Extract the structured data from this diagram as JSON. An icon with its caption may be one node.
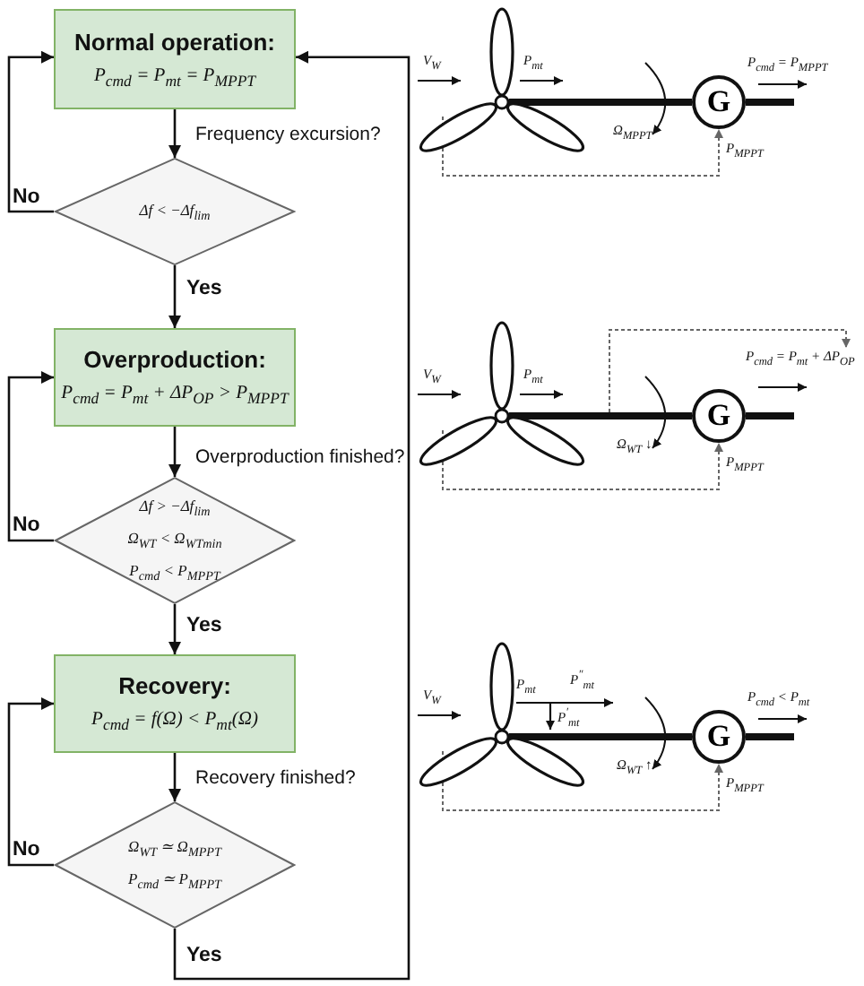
{
  "diagram": {
    "nodes": [
      {
        "text": [
          "Normal operation:",
          "P$_{cmd}$ = P$_{mt}$ = P$_{MPPT}$"
        ]
      },
      {
        "text": [
          "Δf < −Δf$_{lim}$"
        ]
      },
      {
        "text": [
          "Overproduction:",
          "P$_{cmd}$ = P$_{mt}$ + ΔP$_{OP}$ > P$_{MPPT}$"
        ]
      },
      {
        "text": [
          "Δf > −Δf$_{lim}$",
          "Ω$_{WT}$ < Ω$_{WT}$$_{min}$",
          "P$_{cmd}$ < P$_{MPPT}$"
        ]
      },
      {
        "text": [
          "Recovery:",
          "P$_{cmd}$ = f(Ω) < P$_{mt}$(Ω)"
        ]
      },
      {
        "text": [
          "Ω$_{WT}$ ≃ Ω$_{MPPT}$",
          "P$_{cmd}$ ≃ P$_{MPPT}$"
        ]
      },
      {
        "text": [],
        "shape": "rotor"
      },
      {
        "text": [
          "G"
        ]
      },
      {
        "text": [],
        "shape": "rotor"
      },
      {
        "text": [
          "G"
        ]
      },
      {
        "text": [
          "P$_{cmd}$ = P$_{mt}$ + ΔP$_{OP}$"
        ]
      },
      {
        "text": [],
        "shape": "rotor"
      },
      {
        "text": [
          "G"
        ]
      }
    ],
    "edges": [
      {
        "from": 0,
        "to": 1,
        "arrow": "to",
        "label": "Frequency excursion?"
      },
      {
        "from": 1,
        "to": 0,
        "arrow": "to",
        "label": "No"
      },
      {
        "from": 1,
        "to": 2,
        "arrow": "to",
        "label": "Yes"
      },
      {
        "from": 2,
        "to": 3,
        "arrow": "to",
        "label": "Overproduction finished?"
      },
      {
        "from": 3,
        "to": 2,
        "arrow": "to",
        "label": "No"
      },
      {
        "from": 3,
        "to": 4,
        "arrow": "to",
        "label": "Yes"
      },
      {
        "from": 4,
        "to": 5,
        "arrow": "to",
        "label": "Recovery finished?"
      },
      {
        "from": 5,
        "to": 4,
        "arrow": "to",
        "label": "No"
      },
      {
        "from": 5,
        "to": 0,
        "arrow": "to",
        "label": "Yes"
      },
      {
        "from": 6,
        "to": 7,
        "arrow": "none",
        "style": "thick"
      },
      {
        "from": 7,
        "to": null,
        "arrow": "none",
        "style": "thick"
      },
      {
        "from": 6,
        "to": 7,
        "arrow": "to",
        "style": "dashed",
        "label": "P$_{MPPT}$"
      },
      {
        "from": 8,
        "to": 9,
        "arrow": "none",
        "style": "thick"
      },
      {
        "from": 9,
        "to": null,
        "arrow": "none",
        "style": "thick"
      },
      {
        "from": 8,
        "to": 9,
        "arrow": "to",
        "style": "dashed",
        "label": "P$_{MPPT}$"
      },
      {
        "from": null,
        "to": 10,
        "arrow": "to",
        "style": "dashed"
      },
      {
        "from": 11,
        "to": 12,
        "arrow": "none",
        "style": "thick"
      },
      {
        "from": 12,
        "to": null,
        "arrow": "none",
        "style": "thick"
      },
      {
        "from": 11,
        "to": 12,
        "arrow": "to",
        "style": "dashed",
        "label": "P$_{MPPT}$"
      }
    ],
    "labels": [
      "V$_{W}$",
      "P$_{mt}$",
      "Ω$_{MPPT}$",
      "P$_{cmd}$ = P$_{MPPT}$",
      "V$_{W}$",
      "P$_{mt}$",
      "Ω$_{WT}$ ↓",
      "V$_{W}$",
      "P$_{mt}$",
      "P$^{″}$$_{mt}$",
      "P$^{′}$$_{mt}$",
      "Ω$_{WT}$ ↑",
      "P$_{cmd}$ < P$_{mt}$"
    ]
  }
}
